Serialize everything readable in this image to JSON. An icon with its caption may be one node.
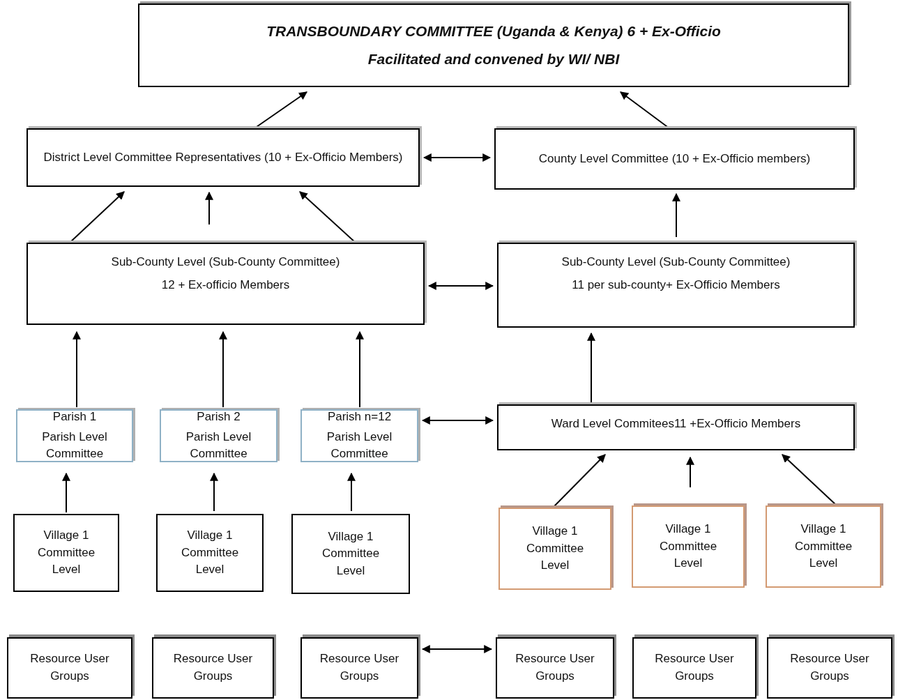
{
  "diagram": {
    "nodes": [
      {
        "text": [
          "TRANSBOUNDARY COMMITTEE (Uganda & Kenya) 6 + Ex-Officio",
          "Facilitated and convened by WI/ NBI"
        ]
      },
      {
        "text": [
          "District Level Committee Representatives (10 + Ex-Officio Members)"
        ]
      },
      {
        "text": [
          "County Level Committee (10 + Ex-Officio members)"
        ]
      },
      {
        "text": [
          "Sub-County Level (Sub-County Committee)",
          "12 + Ex-officio Members"
        ]
      },
      {
        "text": [
          "Sub-County Level (Sub-County Committee)",
          "11 per sub-county+ Ex-Officio Members"
        ]
      },
      {
        "text": [
          "Parish 1",
          "Parish Level Committee"
        ]
      },
      {
        "text": [
          "Parish 2",
          "Parish Level Committee"
        ]
      },
      {
        "text": [
          "Parish n=12",
          "Parish Level Committee"
        ]
      },
      {
        "text": [
          "Ward Level Commitees11 +Ex-Officio Members"
        ]
      },
      {
        "text": [
          "Village 1 Committee Level"
        ]
      },
      {
        "text": [
          "Village 1 Committee Level"
        ]
      },
      {
        "text": [
          "Village 1 Committee Level"
        ]
      },
      {
        "text": [
          "Village 1 Committee Level"
        ]
      },
      {
        "text": [
          "Village 1 Committee Level"
        ]
      },
      {
        "text": [
          "Village 1 Committee Level"
        ]
      },
      {
        "text": [
          "Resource User Groups"
        ]
      },
      {
        "text": [
          "Resource User Groups"
        ]
      },
      {
        "text": [
          "Resource User Groups"
        ]
      },
      {
        "text": [
          "Resource User Groups"
        ]
      },
      {
        "text": [
          "Resource User Groups"
        ]
      },
      {
        "text": [
          "Resource User Groups"
        ]
      }
    ],
    "edges": [
      {
        "from": 1,
        "to": 0,
        "arrow": "to"
      },
      {
        "from": 2,
        "to": 0,
        "arrow": "to"
      },
      {
        "from": 1,
        "to": 2,
        "arrow": "both"
      },
      {
        "from": 3,
        "to": 1,
        "arrow": "to"
      },
      {
        "from": 3,
        "to": 1,
        "arrow": "to"
      },
      {
        "from": 3,
        "to": 1,
        "arrow": "to"
      },
      {
        "from": 4,
        "to": 2,
        "arrow": "to"
      },
      {
        "from": 3,
        "to": 4,
        "arrow": "both"
      },
      {
        "from": 5,
        "to": 3,
        "arrow": "to"
      },
      {
        "from": 6,
        "to": 3,
        "arrow": "to"
      },
      {
        "from": 7,
        "to": 3,
        "arrow": "to"
      },
      {
        "from": 7,
        "to": 8,
        "arrow": "both"
      },
      {
        "from": 8,
        "to": 4,
        "arrow": "to"
      },
      {
        "from": 9,
        "to": 5,
        "arrow": "to"
      },
      {
        "from": 10,
        "to": 6,
        "arrow": "to"
      },
      {
        "from": 11,
        "to": 7,
        "arrow": "to"
      },
      {
        "from": 12,
        "to": 8,
        "arrow": "to"
      },
      {
        "from": 13,
        "to": 8,
        "arrow": "to"
      },
      {
        "from": 14,
        "to": 8,
        "arrow": "to"
      },
      {
        "from": 17,
        "to": 18,
        "arrow": "both"
      }
    ]
  }
}
